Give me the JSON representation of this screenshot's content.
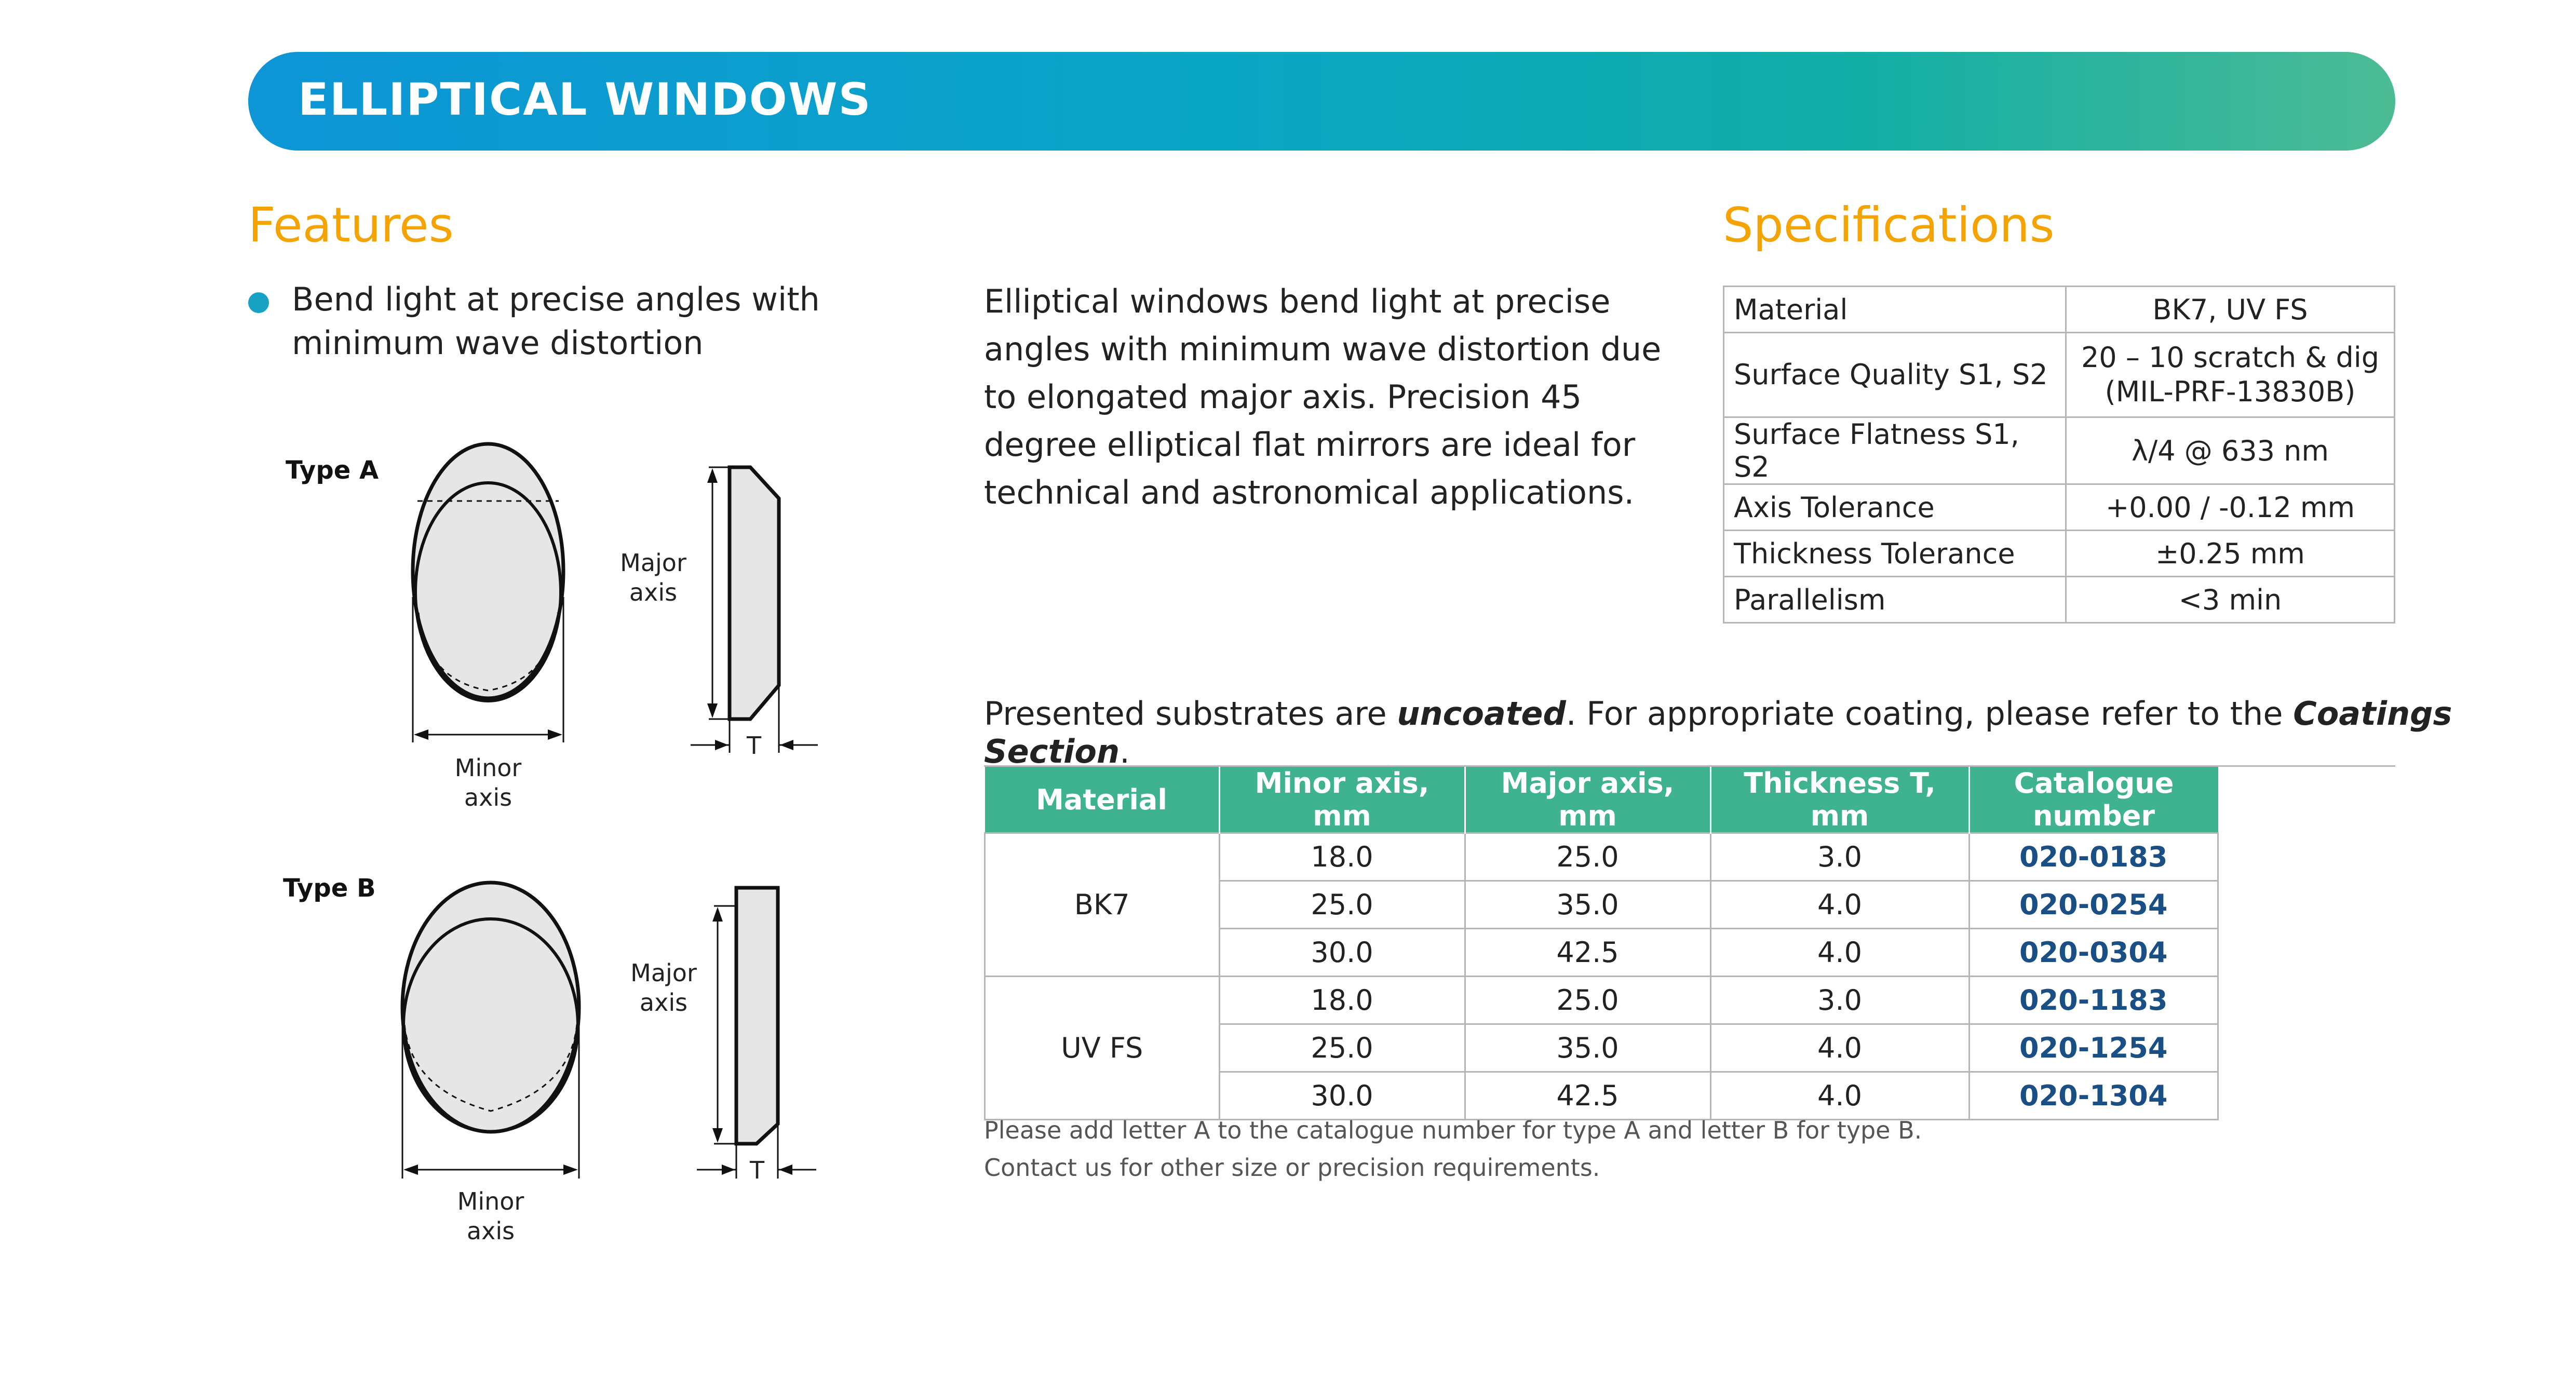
{
  "banner": {
    "title": "ELLIPTICAL WINDOWS"
  },
  "features": {
    "heading": "Features",
    "items": [
      "Bend light at precise angles with minimum wave distortion"
    ]
  },
  "intro": "Elliptical windows bend light at precise angles with minimum wave distortion due to elongated major axis. Precision 45 degree elliptical flat mirrors are ideal for technical and astronomical applications.",
  "diagrams": {
    "type_a": {
      "label": "Type A",
      "major_l1": "Major",
      "major_l2": "axis",
      "minor_l1": "Minor",
      "minor_l2": "axis",
      "thickness": "T"
    },
    "type_b": {
      "label": "Type B",
      "major_l1": "Major",
      "major_l2": "axis",
      "minor_l1": "Minor",
      "minor_l2": "axis",
      "thickness": "T"
    }
  },
  "specifications": {
    "heading": "Specifications",
    "rows": [
      {
        "label": "Material",
        "value": "BK7, UV FS"
      },
      {
        "label": "Surface Quality S1, S2",
        "value": "20 – 10 scratch & dig",
        "value2": "(MIL-PRF-13830B)"
      },
      {
        "label": "Surface Flatness S1, S2",
        "value": "λ/4 @ 633 nm"
      },
      {
        "label": "Axis Tolerance",
        "value": "+0.00 / -0.12 mm"
      },
      {
        "label": "Thickness Tolerance",
        "value": "±0.25 mm"
      },
      {
        "label": "Parallelism",
        "value": "<3 min"
      }
    ]
  },
  "note": {
    "before": "Presented substrates are ",
    "emph1": "uncoated",
    "middle": ". For appropriate coating, please refer to the ",
    "emph2": "Coatings Section",
    "after": "."
  },
  "catalogue": {
    "headers": [
      "Material",
      "Minor axis, mm",
      "Major axis, mm",
      "Thickness T, mm",
      "Catalogue number"
    ],
    "groups": [
      {
        "material": "BK7",
        "rows": [
          [
            "18.0",
            "25.0",
            "3.0",
            "020-0183"
          ],
          [
            "25.0",
            "35.0",
            "4.0",
            "020-0254"
          ],
          [
            "30.0",
            "42.5",
            "4.0",
            "020-0304"
          ]
        ]
      },
      {
        "material": "UV FS",
        "rows": [
          [
            "18.0",
            "25.0",
            "3.0",
            "020-1183"
          ],
          [
            "25.0",
            "35.0",
            "4.0",
            "020-1254"
          ],
          [
            "30.0",
            "42.5",
            "4.0",
            "020-1304"
          ]
        ]
      }
    ]
  },
  "footnotes": [
    "Please add letter A to the catalogue number for type A and letter B for type B.",
    "Contact us for other size or precision requirements."
  ],
  "colors": {
    "heading": "#f5a300",
    "table_header": "#3fb38f",
    "catalogue_number": "#1a4f86",
    "bullet": "#17a2c3"
  }
}
